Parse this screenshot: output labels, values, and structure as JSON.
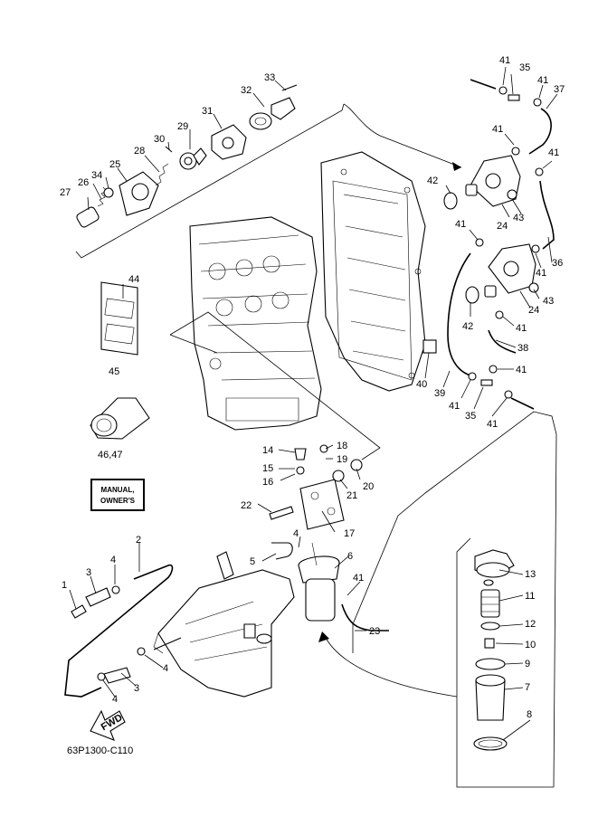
{
  "labels": {
    "p1": "1",
    "p2": "2",
    "p3a": "3",
    "p3b": "3",
    "p4a": "4",
    "p4b": "4",
    "p4c": "4",
    "p4d": "4",
    "p5": "5",
    "p6": "6",
    "p7": "7",
    "p8": "8",
    "p9": "9",
    "p10": "10",
    "p11": "11",
    "p12": "12",
    "p13": "13",
    "p14": "14",
    "p15": "15",
    "p16": "16",
    "p17": "17",
    "p18": "18",
    "p19": "19",
    "p20": "20",
    "p21": "21",
    "p22": "22",
    "p23": "23",
    "p24a": "24",
    "p24b": "24",
    "p25": "25",
    "p26": "26",
    "p27": "27",
    "p28": "28",
    "p29": "29",
    "p30": "30",
    "p31": "31",
    "p32": "32",
    "p33": "33",
    "p34": "34",
    "p35a": "35",
    "p35b": "35",
    "p36": "36",
    "p37": "37",
    "p38": "38",
    "p39": "39",
    "p40": "40",
    "p41a": "41",
    "p41b": "41",
    "p41c": "41",
    "p41d": "41",
    "p41e": "41",
    "p41f": "41",
    "p41g": "41",
    "p41h": "41",
    "p41i": "41",
    "p41j": "41",
    "p42a": "42",
    "p42b": "42",
    "p43a": "43",
    "p43b": "43",
    "p44": "44",
    "p45": "45",
    "p4647": "46,47"
  },
  "manual": {
    "line1": "MANUAL,",
    "line2": "OWNER'S"
  },
  "document_code": "63P1300-C110",
  "fwd_label": "FWD"
}
